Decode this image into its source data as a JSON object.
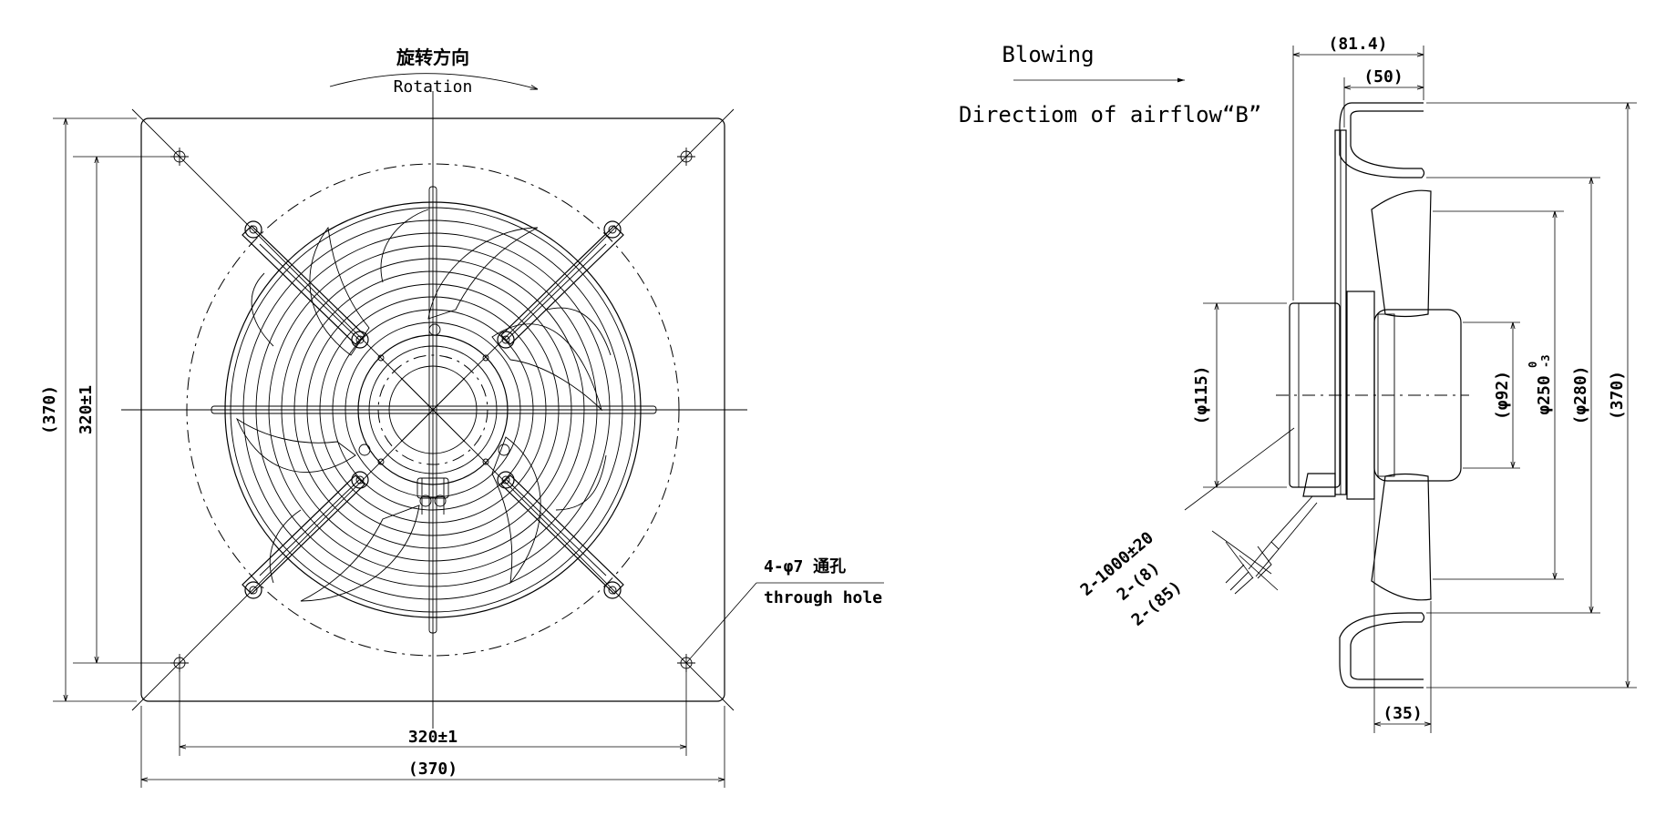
{
  "front_view": {
    "rotation_cn": "旋转方向",
    "rotation_en": "Rotation",
    "dim_outer_width": "(370)",
    "dim_hole_width": "320±1",
    "dim_outer_height": "(370)",
    "dim_hole_height": "320±1",
    "hole_note_1": "4-φ7 通孔",
    "hole_note_2": "through hole"
  },
  "side_view": {
    "blowing": "Blowing",
    "airflow": "Directiom of airflow“B”",
    "dim_depth_total": "(81.4)",
    "dim_depth_motor": "(50)",
    "dim_d115": "(φ115)",
    "dim_d92": "(φ92)",
    "dim_d250": "φ250",
    "dim_d250_tol_upper": "0",
    "dim_d250_tol_lower": "-3",
    "dim_d280": "(φ280)",
    "dim_370": "(370)",
    "dim_35": "(35)",
    "cable_1": "2-1000±20",
    "cable_2": "2-(8)",
    "cable_3": "2-(85)"
  }
}
